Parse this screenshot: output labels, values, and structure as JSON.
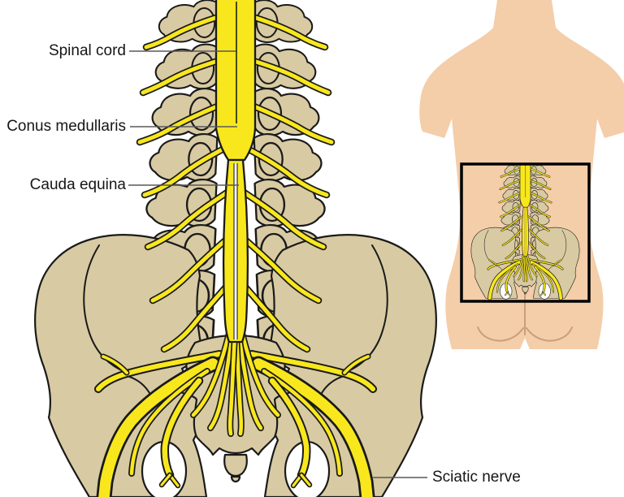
{
  "figure": {
    "labels": {
      "spinal_cord": "Spinal cord",
      "conus_medullaris": "Conus medullaris",
      "cauda_equina": "Cauda equina",
      "sciatic_nerve": "Sciatic nerve"
    },
    "colors": {
      "nerve_yellow": "#f8e71c",
      "bone_tan": "#d8caa2",
      "skin_tone": "#f4cda9",
      "outline_black": "#1a1a1a",
      "leader_gray": "#58585a"
    }
  }
}
